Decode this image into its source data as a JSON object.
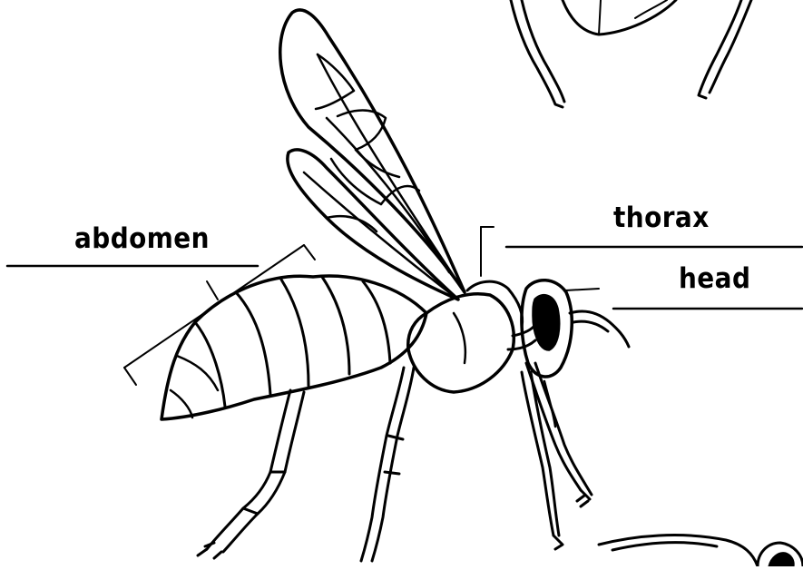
{
  "labels": {
    "abdomen": "abdomen",
    "thorax": "thorax",
    "head": "head"
  },
  "colors": {
    "ink": "#000000",
    "paper": "#ffffff"
  }
}
